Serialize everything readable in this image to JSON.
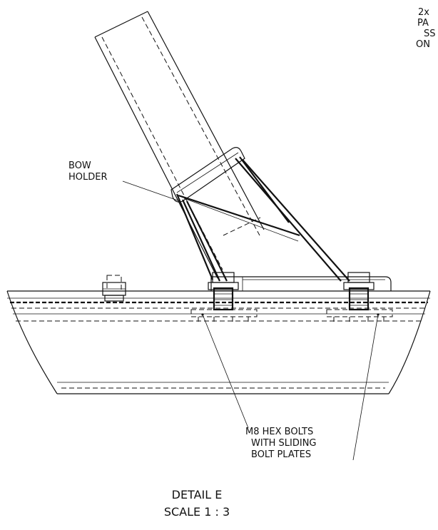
{
  "labels": {
    "top_right_line1": "2x",
    "top_right_line2": "PA",
    "top_right_line3": "SS",
    "top_right_line4": "ON",
    "bow_holder_line1": "BOW",
    "bow_holder_line2": "HOLDER",
    "bolts_line1": "M8 HEX BOLTS",
    "bolts_line2": "WITH SLIDING",
    "bolts_line3": "BOLT PLATES"
  },
  "title": {
    "detail": "DETAIL E",
    "scale": "SCALE 1 : 3"
  }
}
